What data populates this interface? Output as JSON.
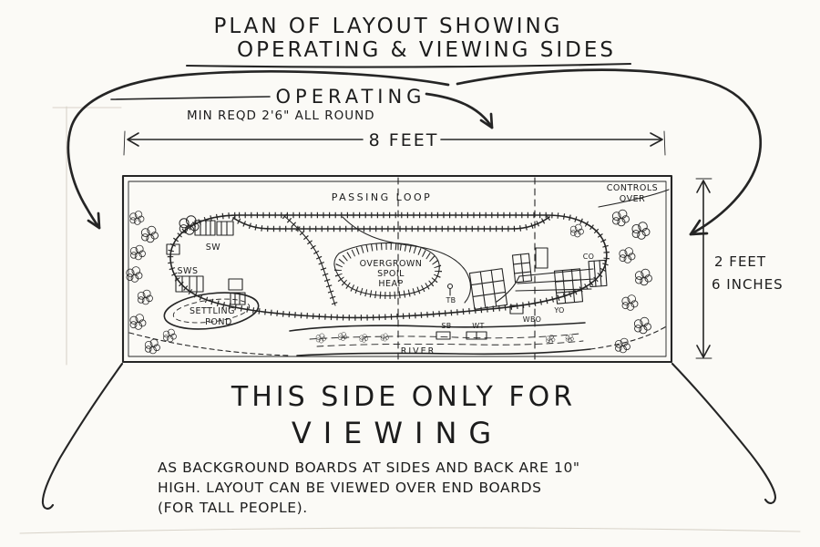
{
  "title": {
    "line1": "PLAN OF LAYOUT SHOWING",
    "line2": "OPERATING & VIEWING SIDES"
  },
  "operating": {
    "label": "OPERATING",
    "note": "MIN REQD 2'6\" ALL ROUND"
  },
  "dimensions": {
    "width": "8 FEET",
    "height1": "2 FEET",
    "height2": "6 INCHES"
  },
  "plan": {
    "passing_loop": "PASSING LOOP",
    "controls1": "CONTROLS",
    "controls2": "OVER",
    "sw": "SW",
    "sws": "SWS",
    "settling1": "SETTLING",
    "settling2": "POND",
    "spoil1": "OVERGROWN",
    "spoil2": "SPOIL",
    "spoil3": "HEAP",
    "tb": "TB",
    "co": "CO",
    "wbo": "WBO",
    "yo": "YO",
    "sb": "SB",
    "wt": "WT",
    "river": "RIVER"
  },
  "viewing": {
    "line1": "THIS SIDE ONLY FOR",
    "line2": "VIEWING"
  },
  "note": {
    "line1": "AS BACKGROUND BOARDS AT SIDES AND BACK ARE 10\"",
    "line2": "HIGH. LAYOUT CAN BE VIEWED OVER END BOARDS",
    "line3": "(FOR TALL PEOPLE)."
  },
  "colors": {
    "ink": "#252525",
    "paper": "#fbfaf6"
  }
}
